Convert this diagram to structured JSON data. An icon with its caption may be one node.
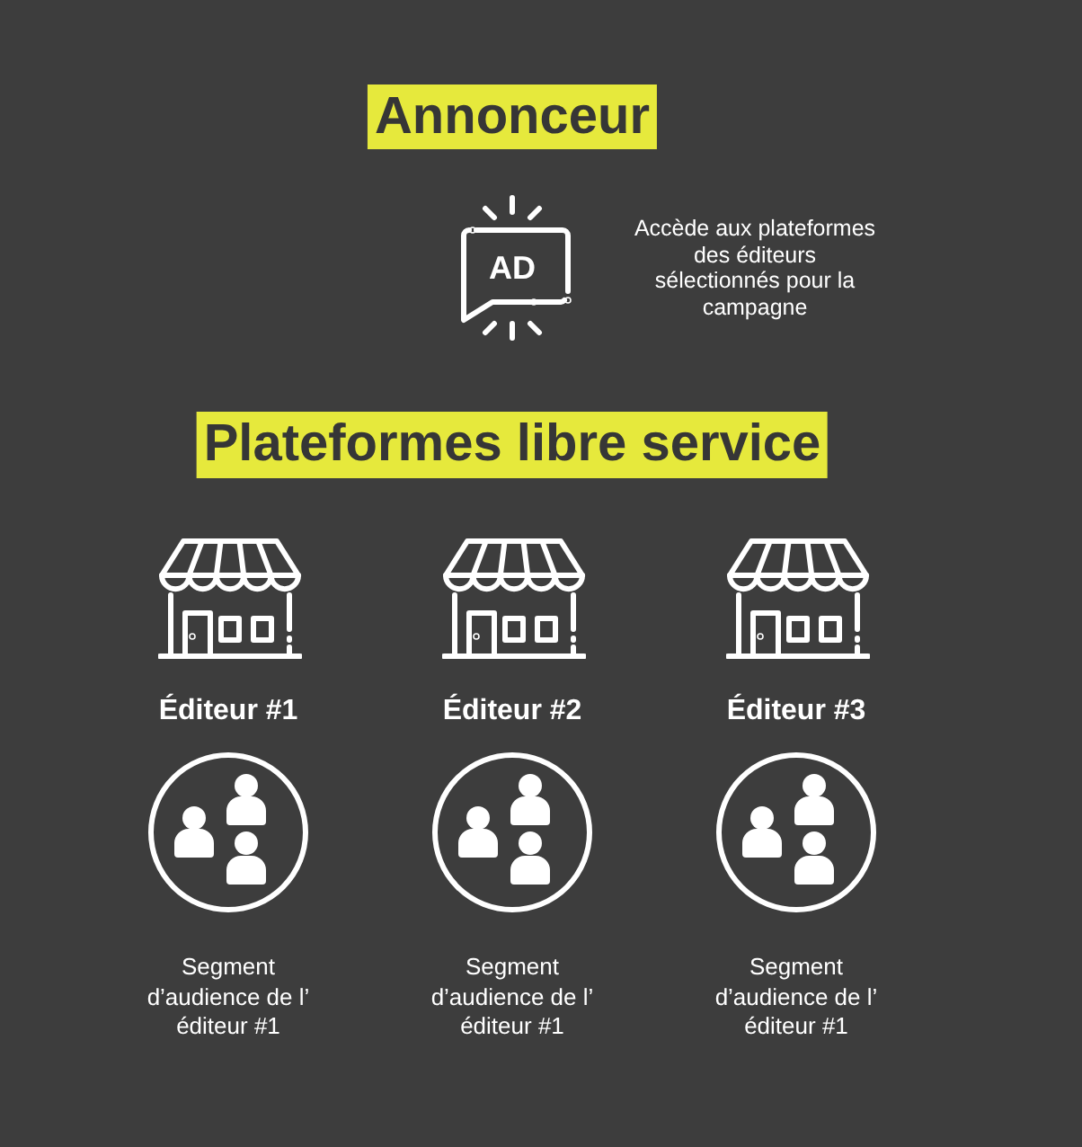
{
  "diagram": {
    "nodes": [
      {
        "text": [
          "Annonceur"
        ]
      },
      {
        "text": [
          "Plateformes libre service"
        ]
      }
    ],
    "labels": [
      "AD",
      "Accède aux plateformes des éditeurs sélectionnés pour la campagne",
      "Éditeur #1",
      "Éditeur #2",
      "Éditeur #3",
      "Segment d’audience de l’ éditeur #1",
      "Segment d’audience de l’ éditeur #1",
      "Segment d’audience de l’ éditeur #1"
    ]
  }
}
